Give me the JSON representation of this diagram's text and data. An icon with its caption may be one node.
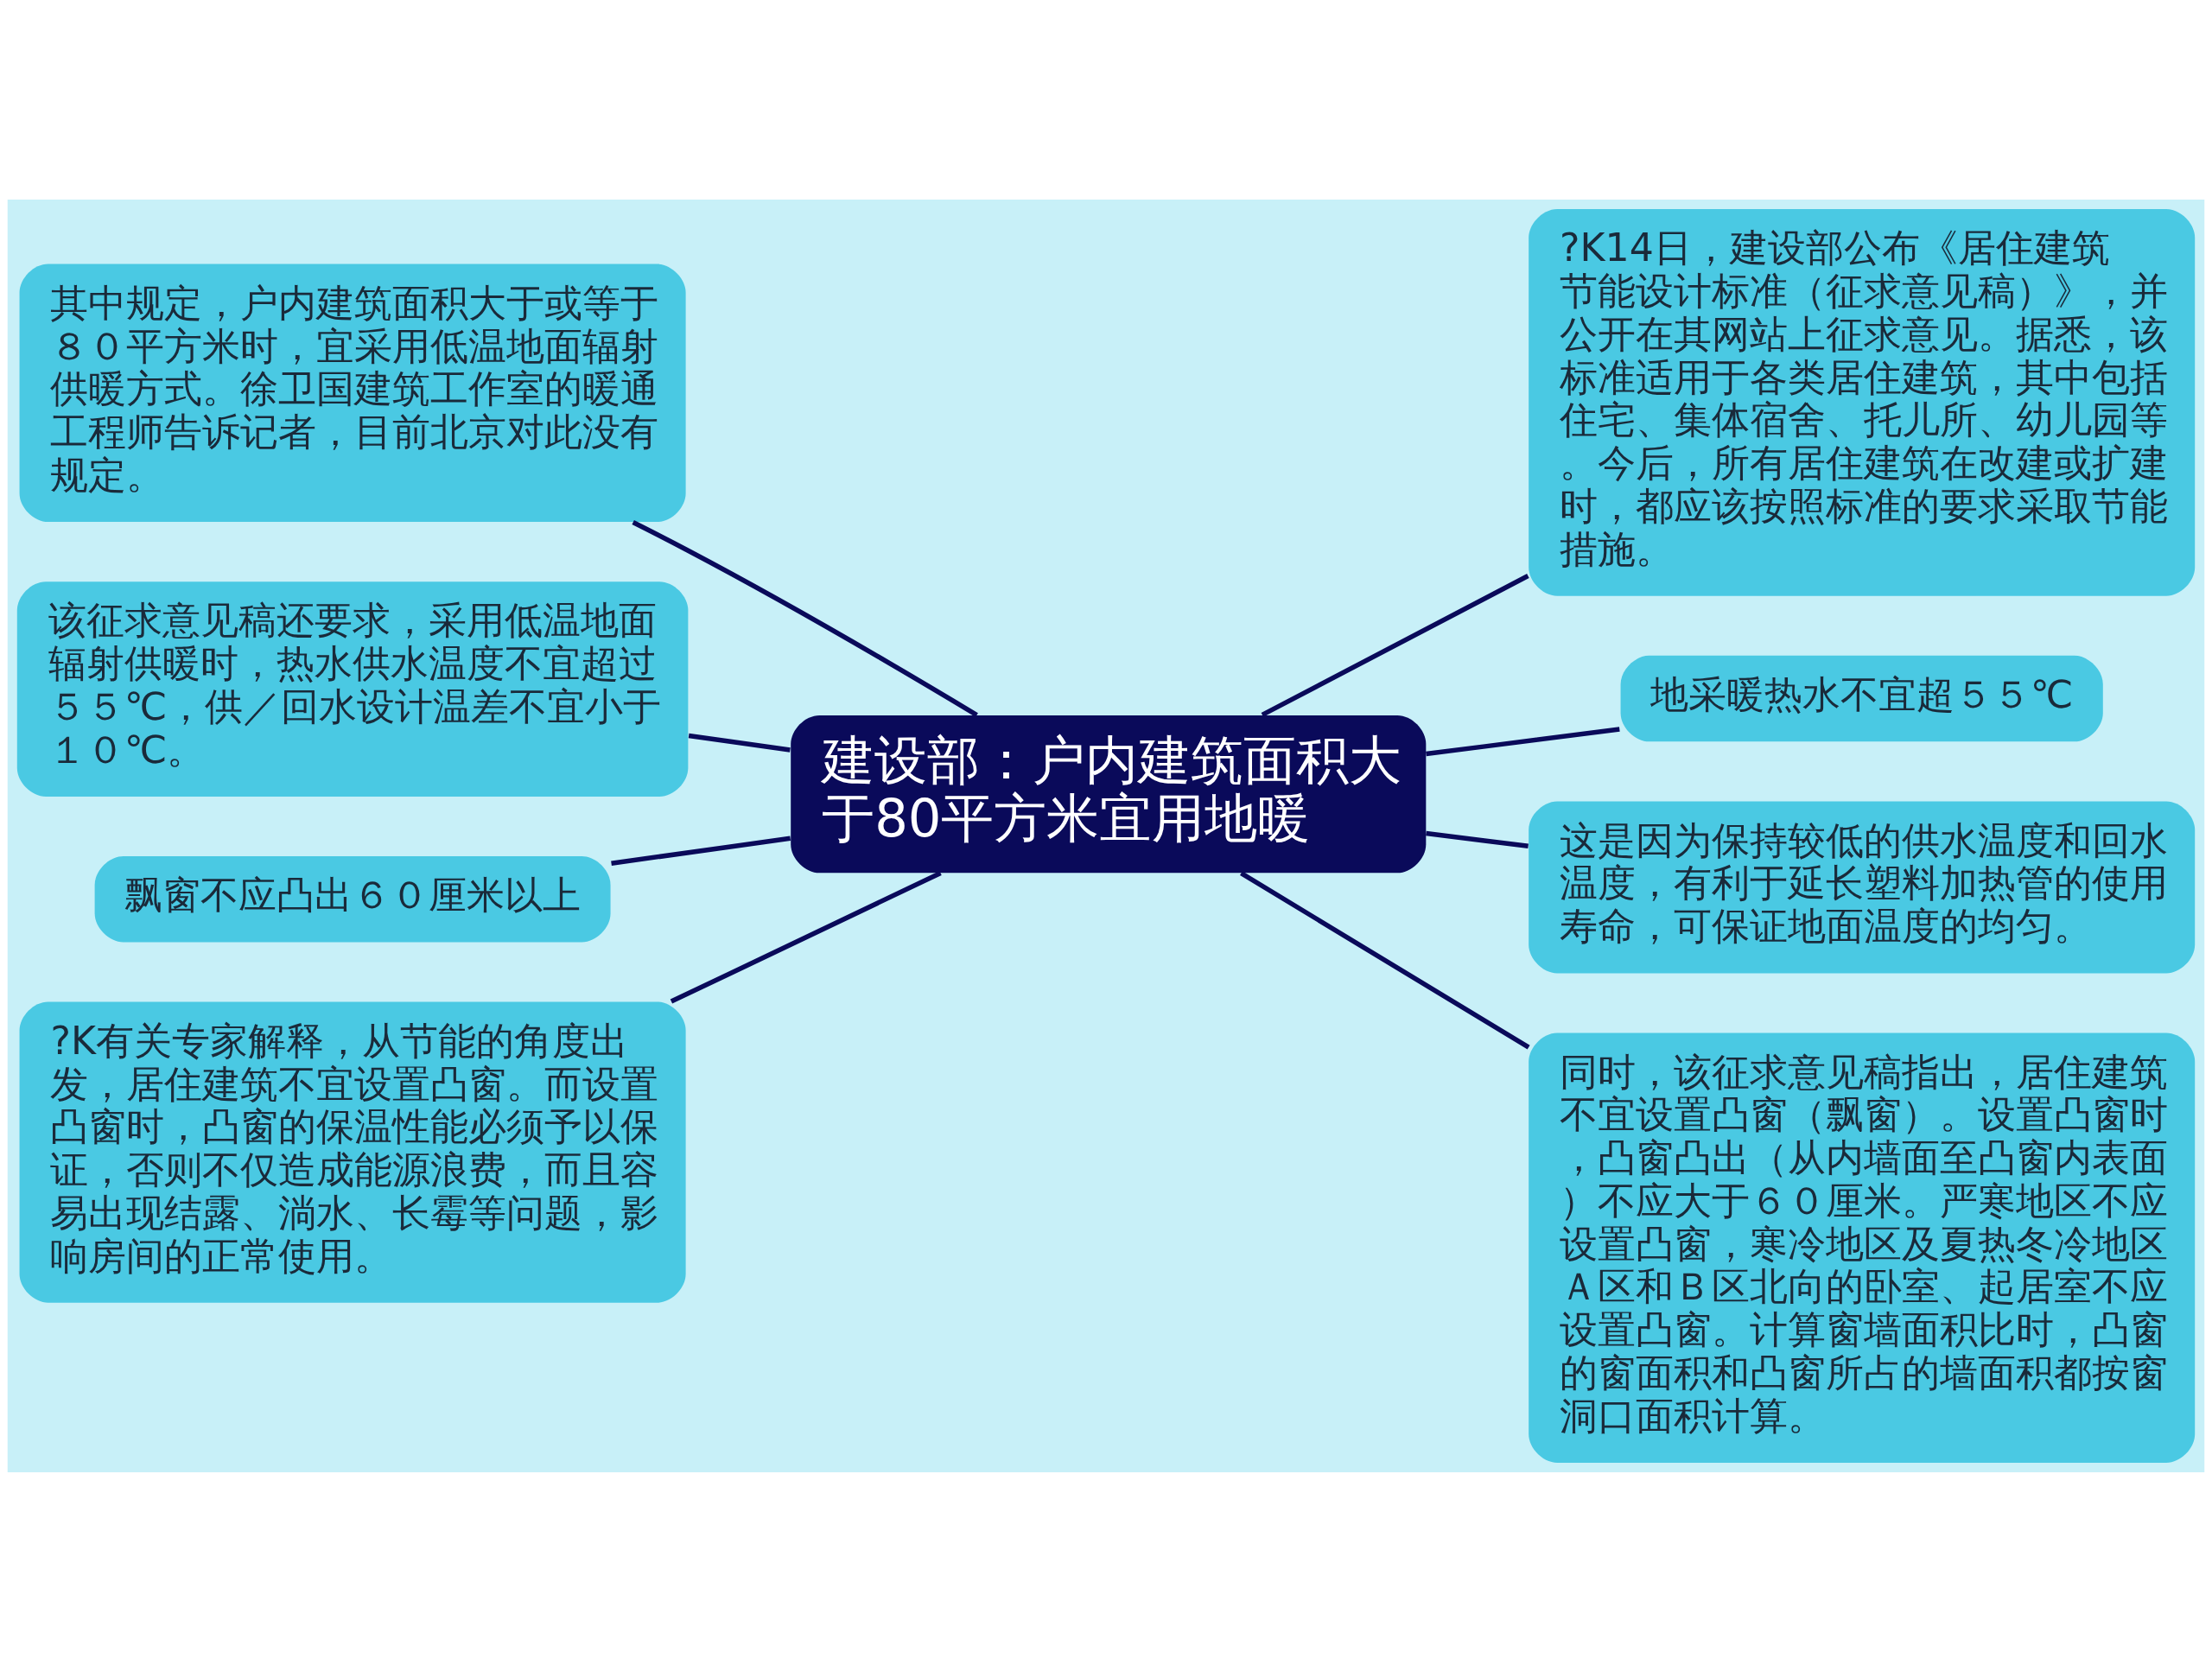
{
  "diagram": {
    "nodes": [
      {
        "text": [
          "建设部：户内建筑面积大于80平方米宜用地暖"
        ]
      },
      {
        "text": [
          "其中规定，户内建筑面积大于或等于８０平方米时，宜采用低温地面辐射供暖方式。徐卫国建筑工作室的暖通工程师告诉记者，目前北京对此没有规定。"
        ]
      },
      {
        "text": [
          "该征求意见稿还要求，采用低温地面辐射供暖时，热水供水温度不宜超过５５℃，供／回水设计温差不宜小于１０℃。"
        ]
      },
      {
        "text": [
          "飘窗不应凸出６０厘米以上"
        ]
      },
      {
        "text": [
          "?K有关专家解释，从节能的角度出发，居住建筑不宜设置凸窗。而设置凸窗时，凸窗的保温性能必须予以保证，否则不仅造成能源浪费，而且容易出现结露、淌水、长霉等问题，影响房间的正常使用。"
        ]
      },
      {
        "text": [
          "?K14日，建设部公布《居住建筑节能设计标准（征求意见稿）》，并公开在其网站上征求意见。据悉，该标准适用于各类居住建筑，其中包括住宅、集体宿舍、托儿所、幼儿园等。今后，所有居住建筑在改建或扩建时，都应该按照标准的要求采取节能措施。"
        ]
      },
      {
        "text": [
          "地采暖热水不宜超５５℃"
        ]
      },
      {
        "text": [
          "这是因为保持较低的供水温度和回水温度，有利于延长塑料加热管的使用寿命，可保证地面温度的均匀。"
        ]
      },
      {
        "text": [
          "同时，该征求意见稿指出，居住建筑不宜设置凸窗（飘窗）。设置凸窗时，凸窗凸出（从内墙面至凸窗内表面）不应大于６０厘米。严寒地区不应设置凸窗，寒冷地区及夏热冬冷地区Ａ区和Ｂ区北向的卧室、起居室不应设置凸窗。计算窗墙面积比时，凸窗的窗面积和凸窗所占的墙面积都按窗洞口面积计算。"
        ]
      }
    ],
    "edges": [
      {
        "from": 1,
        "to": 0,
        "arrow": "none"
      },
      {
        "from": 2,
        "to": 0,
        "arrow": "none"
      },
      {
        "from": 3,
        "to": 0,
        "arrow": "none"
      },
      {
        "from": 4,
        "to": 0,
        "arrow": "none"
      },
      {
        "from": 0,
        "to": 5,
        "arrow": "none"
      },
      {
        "from": 0,
        "to": 6,
        "arrow": "none"
      },
      {
        "from": 0,
        "to": 7,
        "arrow": "none"
      },
      {
        "from": 0,
        "to": 8,
        "arrow": "none"
      }
    ]
  }
}
